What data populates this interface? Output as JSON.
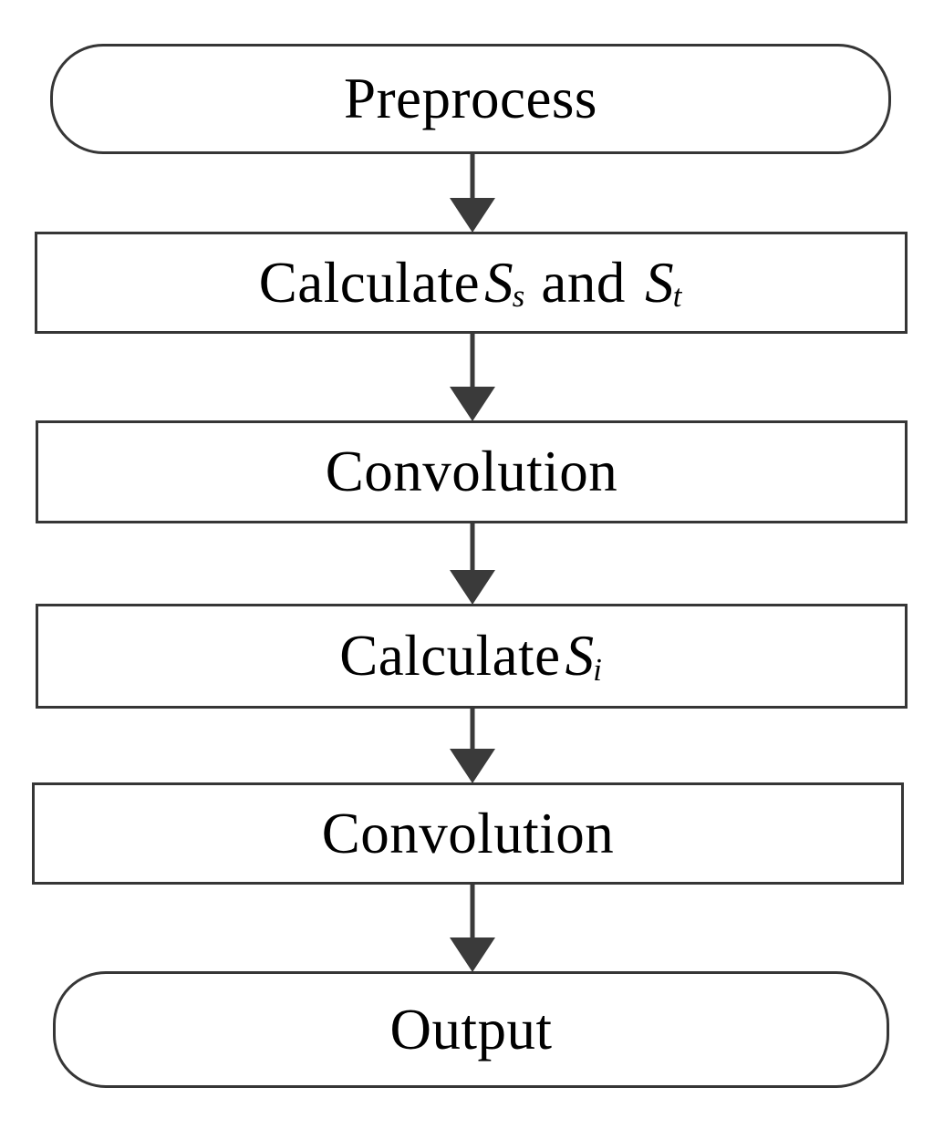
{
  "diagram": {
    "title": "Processing pipeline flowchart",
    "background_color": "#ffffff",
    "border_color": "#363636",
    "arrow_color": "#3a3a3a",
    "text_color": "#000000",
    "nodes": [
      {
        "id": "preprocess",
        "shape": "terminator",
        "text": "Preprocess",
        "prefix": "Preprocess",
        "var": "",
        "sub": "",
        "conjunction": "",
        "var2": "",
        "sub2": ""
      },
      {
        "id": "calculate-ss-st",
        "shape": "rectangle",
        "text": "Calculate Ss and St",
        "prefix": "Calculate",
        "var": "S",
        "sub": "s",
        "conjunction": " and ",
        "var2": "S",
        "sub2": "t"
      },
      {
        "id": "convolution-1",
        "shape": "rectangle",
        "text": "Convolution",
        "prefix": "Convolution",
        "var": "",
        "sub": "",
        "conjunction": "",
        "var2": "",
        "sub2": ""
      },
      {
        "id": "calculate-si",
        "shape": "rectangle",
        "text": "Calculate Si",
        "prefix": "Calculate",
        "var": "S",
        "sub": "i",
        "conjunction": "",
        "var2": "",
        "sub2": ""
      },
      {
        "id": "convolution-2",
        "shape": "rectangle",
        "text": "Convolution",
        "prefix": "Convolution",
        "var": "",
        "sub": "",
        "conjunction": "",
        "var2": "",
        "sub2": ""
      },
      {
        "id": "output",
        "shape": "terminator",
        "text": "Output",
        "prefix": "Output",
        "var": "",
        "sub": "",
        "conjunction": "",
        "var2": "",
        "sub2": ""
      }
    ],
    "edges": [
      {
        "from": "preprocess",
        "to": "calculate-ss-st",
        "style": "arrow-down"
      },
      {
        "from": "calculate-ss-st",
        "to": "convolution-1",
        "style": "arrow-down"
      },
      {
        "from": "convolution-1",
        "to": "calculate-si",
        "style": "arrow-down"
      },
      {
        "from": "calculate-si",
        "to": "convolution-2",
        "style": "arrow-down"
      },
      {
        "from": "convolution-2",
        "to": "output",
        "style": "arrow-down"
      }
    ]
  }
}
